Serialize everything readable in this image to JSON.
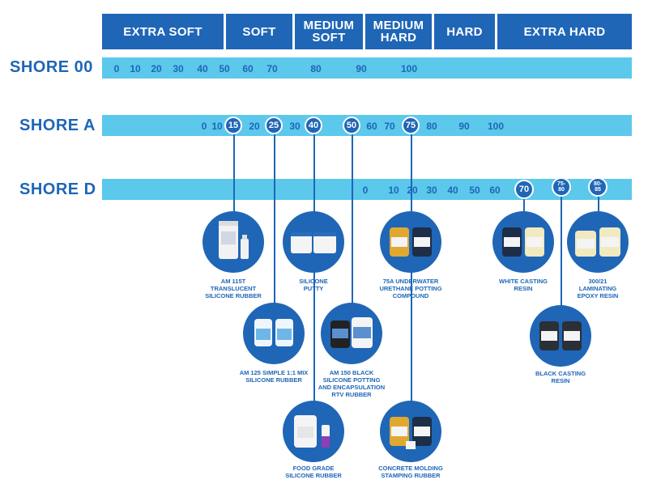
{
  "categories": [
    {
      "label": "EXTRA SOFT"
    },
    {
      "label": "SOFT"
    },
    {
      "label": "MEDIUM\nSOFT"
    },
    {
      "label": "MEDIUM\nHARD"
    },
    {
      "label": "HARD"
    },
    {
      "label": "EXTRA HARD"
    }
  ],
  "scales": {
    "shore00": {
      "label": "SHORE 00",
      "ticks": [
        "0",
        "10",
        "20",
        "30",
        "40",
        "50",
        "60",
        "70",
        "80",
        "90",
        "100"
      ]
    },
    "shoreA": {
      "label": "SHORE A",
      "ticks": [
        "0",
        "10",
        "15",
        "20",
        "25",
        "30",
        "40",
        "50",
        "60",
        "70",
        "75",
        "80",
        "90",
        "100"
      ]
    },
    "shoreD": {
      "label": "SHORE D",
      "ticks": [
        "0",
        "10",
        "20",
        "30",
        "40",
        "50",
        "60",
        "70",
        "75-\n80",
        "80-\n85"
      ]
    }
  },
  "products": [
    {
      "caption": "AM 115T\nTRANSLUCENT\nSILICONE RUBBER",
      "hardness": "15"
    },
    {
      "caption": "AM 125 SIMPLE 1:1 MIX\nSILICONE RUBBER",
      "hardness": "25"
    },
    {
      "caption": "SILICONE\nPUTTY",
      "hardness": "40"
    },
    {
      "caption": "FOOD GRADE\nSILICONE RUBBER",
      "hardness": "40"
    },
    {
      "caption": "AM 150 BLACK\nSILICONE POTTING\nAND ENCAPSULATION\nRTV RUBBER",
      "hardness": "50"
    },
    {
      "caption": "75A UNDERWATER\nURETHANE POTTING\nCOMPOUND",
      "hardness": "75"
    },
    {
      "caption": "CONCRETE MOLDING\nSTAMPING RUBBER",
      "hardness": "75"
    },
    {
      "caption": "WHITE CASTING\nRESIN",
      "hardness": "70"
    },
    {
      "caption": "BLACK CASTING\nRESIN",
      "hardness": "75-80"
    },
    {
      "caption": "300/21\nLAMINATING\nEPOXY RESIN",
      "hardness": "80-85"
    }
  ],
  "colors": {
    "primary": "#1f66b7",
    "bar": "#5bc8ec"
  },
  "icons": [
    "jar-icon",
    "bottle-icon",
    "jug-icon"
  ]
}
